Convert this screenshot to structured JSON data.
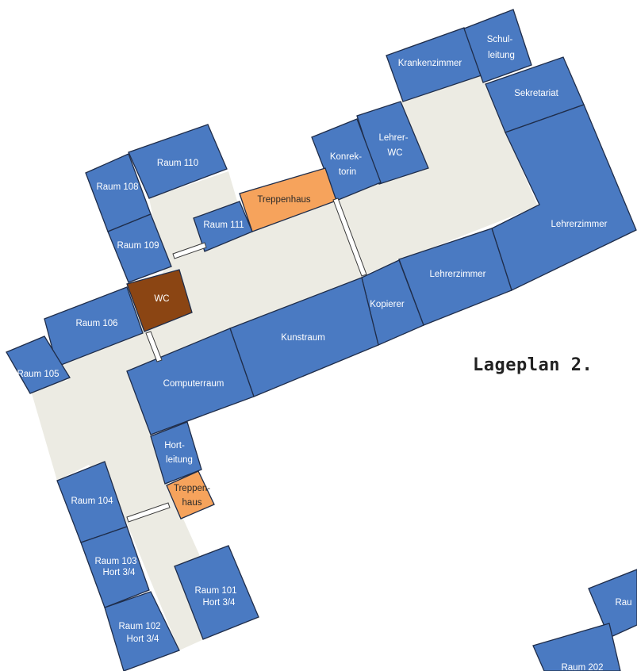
{
  "map": {
    "title": "Lageplan 2.",
    "colors": {
      "room": "#4a7ac2",
      "stairs": "#f6a35c",
      "wc": "#8b4513",
      "corridor": "#ecebe3",
      "outline": "#1f2d4a"
    },
    "rooms": {
      "krankenzimmer": "Krankenzimmer",
      "schulleitung_1": "Schul-",
      "schulleitung_2": "leitung",
      "sekretariat": "Sekretariat",
      "lehrer_wc_1": "Lehrer-",
      "lehrer_wc_2": "WC",
      "konrektorin_1": "Konrek-",
      "konrektorin_2": "torin",
      "treppenhaus_top": "Treppenhaus",
      "raum_110": "Raum 110",
      "raum_108": "Raum 108",
      "raum_111": "Raum 111",
      "raum_109": "Raum 109",
      "lehrerzimmer_big": "Lehrerzimmer",
      "lehrerzimmer_small": "Lehrerzimmer",
      "kopierer": "Kopierer",
      "wc": "WC",
      "raum_106": "Raum 106",
      "kunstraum": "Kunstraum",
      "raum_105": "Raum 105",
      "computerraum": "Computerraum",
      "hortleitung_1": "Hort-",
      "hortleitung_2": "leitung",
      "treppenhaus_bottom_1": "Treppen-",
      "treppenhaus_bottom_2": "haus",
      "raum_104": "Raum 104",
      "raum_103_1": "Raum 103",
      "raum_103_2": "Hort 3/4",
      "raum_101_1": "Raum 101",
      "raum_101_2": "Hort 3/4",
      "raum_102_1": "Raum 102",
      "raum_102_2": "Hort 3/4",
      "raum_partial_right": "Rau",
      "raum_202_partial": "Raum 202"
    }
  }
}
